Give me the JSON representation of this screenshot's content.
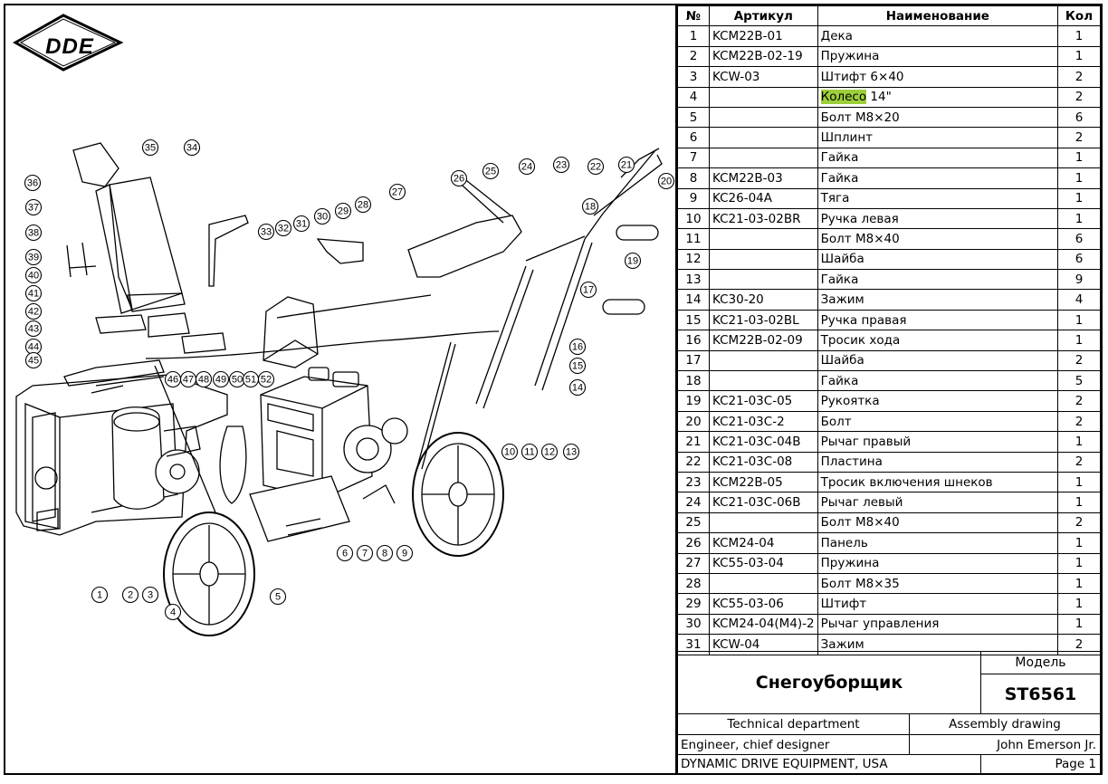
{
  "logo": {
    "text": "DDE"
  },
  "table": {
    "headers": {
      "no": "№",
      "article": "Артикул",
      "name": "Наименование",
      "qty": "Кол"
    },
    "rows": [
      {
        "no": "1",
        "article": "KCM22B-01",
        "name": "Дека",
        "qty": "1"
      },
      {
        "no": "2",
        "article": "KCM22B-02-19",
        "name": "Пружина",
        "qty": "1"
      },
      {
        "no": "3",
        "article": "KCW-03",
        "name": "Штифт 6×40",
        "qty": "2"
      },
      {
        "no": "4",
        "article": "",
        "name_highlight": "Колесо",
        "name_rest": " 14\"",
        "qty": "2"
      },
      {
        "no": "5",
        "article": "",
        "name": "Болт M8×20",
        "qty": "6"
      },
      {
        "no": "6",
        "article": "",
        "name": "Шплинт",
        "qty": "2"
      },
      {
        "no": "7",
        "article": "",
        "name": "Гайка",
        "qty": "1"
      },
      {
        "no": "8",
        "article": "KCM22B-03",
        "name": "Гайка",
        "qty": "1"
      },
      {
        "no": "9",
        "article": "KC26-04A",
        "name": "Тяга",
        "qty": "1"
      },
      {
        "no": "10",
        "article": "KC21-03-02BR",
        "name": "Ручка левая",
        "qty": "1"
      },
      {
        "no": "11",
        "article": "",
        "name": "Болт M8×40",
        "qty": "6"
      },
      {
        "no": "12",
        "article": "",
        "name": "Шайба",
        "qty": "6"
      },
      {
        "no": "13",
        "article": "",
        "name": "Гайка",
        "qty": "9"
      },
      {
        "no": "14",
        "article": "KC30-20",
        "name": "Зажим",
        "qty": "4"
      },
      {
        "no": "15",
        "article": "KC21-03-02BL",
        "name": "Ручка правая",
        "qty": "1"
      },
      {
        "no": "16",
        "article": "KCM22B-02-09",
        "name": "Тросик хода",
        "qty": "1"
      },
      {
        "no": "17",
        "article": "",
        "name": "Шайба",
        "qty": "2"
      },
      {
        "no": "18",
        "article": "",
        "name": "Гайка",
        "qty": "5"
      },
      {
        "no": "19",
        "article": "KC21-03C-05",
        "name": "Рукоятка",
        "qty": "2"
      },
      {
        "no": "20",
        "article": "KC21-03C-2",
        "name": "Болт",
        "qty": "2"
      },
      {
        "no": "21",
        "article": "KC21-03C-04B",
        "name": "Рычаг правый",
        "qty": "1"
      },
      {
        "no": "22",
        "article": "KC21-03C-08",
        "name": "Пластина",
        "qty": "2"
      },
      {
        "no": "23",
        "article": "KCM22B-05",
        "name": "Тросик включения шнеков",
        "qty": "1"
      },
      {
        "no": "24",
        "article": "KC21-03C-06B",
        "name": "Рычаг левый",
        "qty": "1"
      },
      {
        "no": "25",
        "article": "",
        "name": "Болт M8×40",
        "qty": "2"
      },
      {
        "no": "26",
        "article": "KCM24-04",
        "name": "Панель",
        "qty": "1"
      },
      {
        "no": "27",
        "article": "KC55-03-04",
        "name": "Пружина",
        "qty": "1"
      },
      {
        "no": "28",
        "article": "",
        "name": "Болт M8×35",
        "qty": "1"
      },
      {
        "no": "29",
        "article": "KC55-03-06",
        "name": "Штифт",
        "qty": "1"
      },
      {
        "no": "30",
        "article": "KCM24-04(M4)-2",
        "name": "Рычаг управления",
        "qty": "1"
      },
      {
        "no": "31",
        "article": "KCW-04",
        "name": "Зажим",
        "qty": "2"
      }
    ]
  },
  "title_block": {
    "model_label": "Модель",
    "product": "Снегоуборщик",
    "model": "ST6561",
    "department": "Technical department",
    "doc_type": "Assembly drawing",
    "role": "Engineer, chief designer",
    "person": "John Emerson Jr.",
    "company": "DYNAMIC DRIVE EQUIPMENT, USA",
    "page": "Page 1"
  },
  "callouts": [
    "1",
    "2",
    "3",
    "4",
    "5",
    "6",
    "7",
    "8",
    "9",
    "10",
    "11",
    "12",
    "13",
    "14",
    "15",
    "16",
    "17",
    "18",
    "19",
    "20",
    "21",
    "22",
    "23",
    "24",
    "25",
    "26",
    "27",
    "28",
    "29",
    "30",
    "31",
    "32",
    "33",
    "34",
    "35",
    "36",
    "37",
    "38",
    "39",
    "40",
    "41",
    "42",
    "43",
    "44",
    "45",
    "46",
    "47",
    "48",
    "49",
    "50",
    "51",
    "52"
  ]
}
